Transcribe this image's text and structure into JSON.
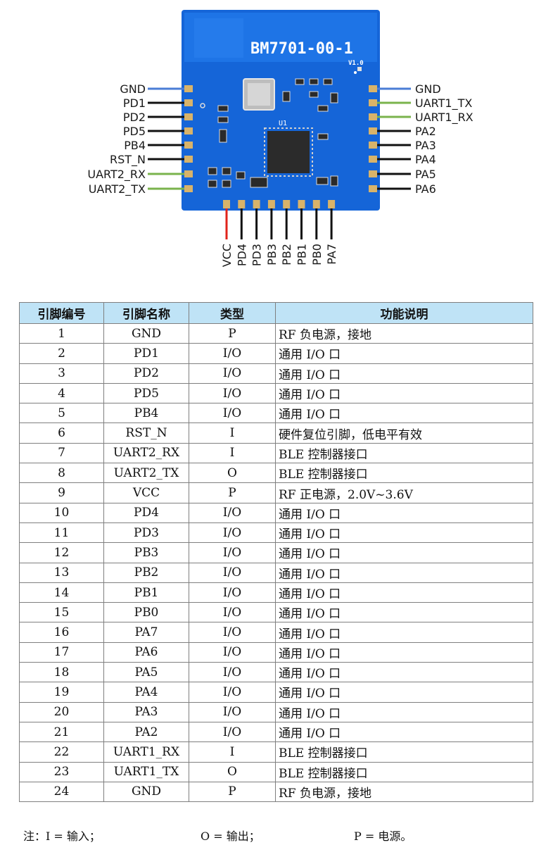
{
  "module": {
    "name": "BM7701-00-1",
    "version": "V1.0",
    "chip_label": "U1",
    "left_pins": [
      "GND",
      "PD1",
      "PD2",
      "PD5",
      "PB4",
      "RST_N",
      "UART2_RX",
      "UART2_TX"
    ],
    "right_pins": [
      "GND",
      "UART1_TX",
      "UART1_RX",
      "PA2",
      "PA3",
      "PA4",
      "PA5",
      "PA6"
    ],
    "bottom_pins": [
      "VCC",
      "PD4",
      "PD3",
      "PB3",
      "PB2",
      "PB1",
      "PB0",
      "PA7"
    ],
    "colors": {
      "board": "#1565d8",
      "ground_line": "#4a7dd6",
      "uart_line": "#7ab34c",
      "vcc_line": "#e0231b",
      "io_line": "#111111",
      "pad": "#d8b36a",
      "table_header": "#bfe3f6"
    }
  },
  "table": {
    "headers": [
      "引脚编号",
      "引脚名称",
      "类型",
      "功能说明"
    ],
    "rows": [
      [
        "1",
        "GND",
        "P",
        "RF 负电源，接地"
      ],
      [
        "2",
        "PD1",
        "I/O",
        "通用 I/O 口"
      ],
      [
        "3",
        "PD2",
        "I/O",
        "通用 I/O 口"
      ],
      [
        "4",
        "PD5",
        "I/O",
        "通用 I/O 口"
      ],
      [
        "5",
        "PB4",
        "I/O",
        "通用 I/O 口"
      ],
      [
        "6",
        "RST_N",
        "I",
        "硬件复位引脚，低电平有效"
      ],
      [
        "7",
        "UART2_RX",
        "I",
        "BLE 控制器接口"
      ],
      [
        "8",
        "UART2_TX",
        "O",
        "BLE 控制器接口"
      ],
      [
        "9",
        "VCC",
        "P",
        "RF 正电源，2.0V~3.6V"
      ],
      [
        "10",
        "PD4",
        "I/O",
        "通用 I/O 口"
      ],
      [
        "11",
        "PD3",
        "I/O",
        "通用 I/O 口"
      ],
      [
        "12",
        "PB3",
        "I/O",
        "通用 I/O 口"
      ],
      [
        "13",
        "PB2",
        "I/O",
        "通用 I/O 口"
      ],
      [
        "14",
        "PB1",
        "I/O",
        "通用 I/O 口"
      ],
      [
        "15",
        "PB0",
        "I/O",
        "通用 I/O 口"
      ],
      [
        "16",
        "PA7",
        "I/O",
        "通用 I/O 口"
      ],
      [
        "17",
        "PA6",
        "I/O",
        "通用 I/O 口"
      ],
      [
        "18",
        "PA5",
        "I/O",
        "通用 I/O 口"
      ],
      [
        "19",
        "PA4",
        "I/O",
        "通用 I/O 口"
      ],
      [
        "20",
        "PA3",
        "I/O",
        "通用 I/O 口"
      ],
      [
        "21",
        "PA2",
        "I/O",
        "通用 I/O 口"
      ],
      [
        "22",
        "UART1_RX",
        "I",
        "BLE 控制器接口"
      ],
      [
        "23",
        "UART1_TX",
        "O",
        "BLE 控制器接口"
      ],
      [
        "24",
        "GND",
        "P",
        "RF 负电源，接地"
      ]
    ]
  },
  "notes": [
    "注：I = 输入；",
    "O = 输出；",
    "P = 电源。"
  ]
}
